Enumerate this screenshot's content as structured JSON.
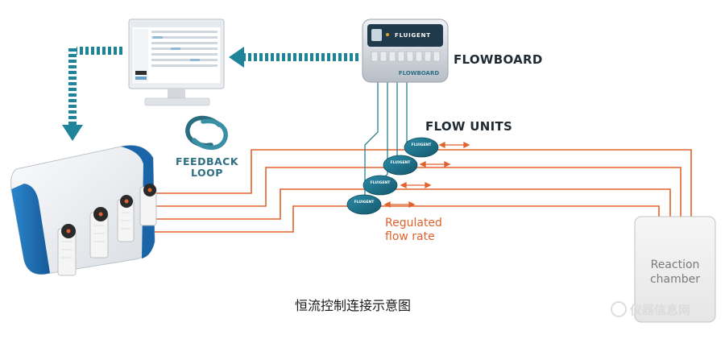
{
  "labels": {
    "flowboard": "FLOWBOARD",
    "flow_units": "FLOW UNITS",
    "feedback_line1": "FEEDBACK",
    "feedback_line2": "LOOP",
    "regulated_line1": "Regulated",
    "regulated_line2": "flow rate",
    "reaction_line1": "Reaction",
    "reaction_line2": "chamber",
    "caption": "恒流控制连接示意图",
    "watermark": "仪器信息网"
  },
  "flowboard_device": {
    "brand": "FLUIGENT",
    "model_label": "FLOWBOARD"
  },
  "flow_unit_badge": "FLUIGENT",
  "colors": {
    "tubing": "#e0622c",
    "cable": "#2d7f8e",
    "arrow_dotted": "#1d8499",
    "feedback_ring": "#2a6d80",
    "label_dark": "#1f2a33",
    "reaction_box": "#f1f1f1",
    "pump_blue": "#1f6fb3"
  },
  "icons": {
    "arrow_monitor_to_pump": "dotted-arrow-down-icon",
    "arrow_flowboard_to_monitor": "dotted-arrow-left-icon",
    "feedback_loop": "circular-loop-icon",
    "regulated_flow": "double-arrow-icon"
  }
}
